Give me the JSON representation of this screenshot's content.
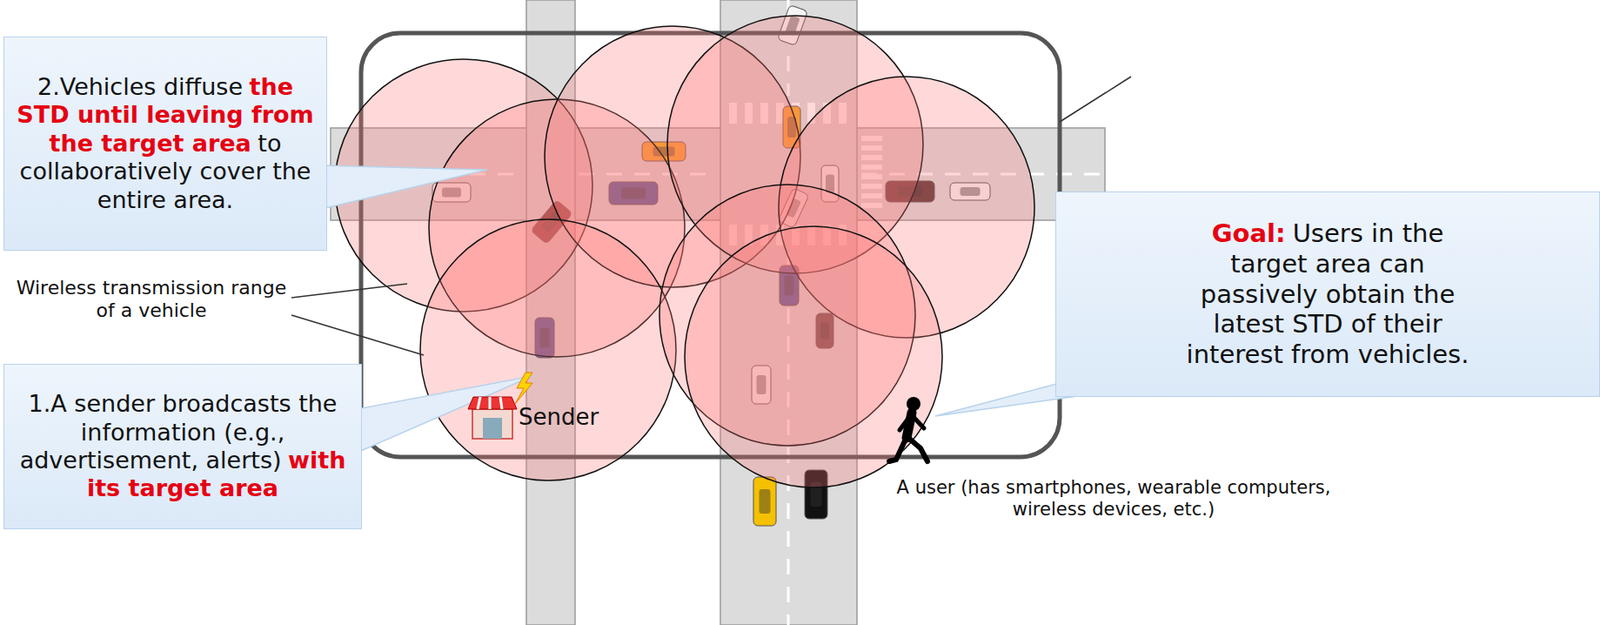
{
  "diagram": {
    "nodes": [
      {
        "text": [
          "2.Vehicles diffuse",
          "the STD until leaving from the target area",
          "to collaboratively cover the entire area."
        ]
      },
      {
        "text": [
          "Goal:",
          "Users in the target area can passively obtain the latest STD of their interest from vehicles."
        ]
      },
      {
        "text": [
          "1.A sender broadcasts the information (e.g., advertisement, alerts)",
          "with its target area"
        ]
      }
    ],
    "labels": [
      "Wireless transmission range of a vehicle",
      "Sender",
      "A user (has smartphones, wearable computers, wireless devices, etc.)"
    ]
  }
}
